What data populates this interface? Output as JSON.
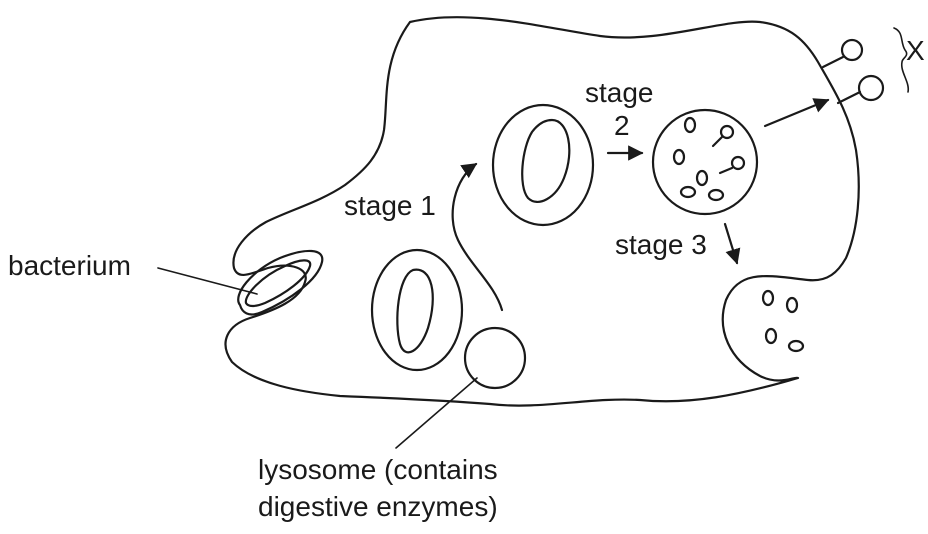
{
  "labels": {
    "bacterium": "bacterium",
    "stage1": "stage 1",
    "stage2_line1": "stage",
    "stage2_line2": "2",
    "stage3": "stage 3",
    "x": "X",
    "lysosome_line1": "lysosome (contains",
    "lysosome_line2": "digestive enzymes)"
  }
}
